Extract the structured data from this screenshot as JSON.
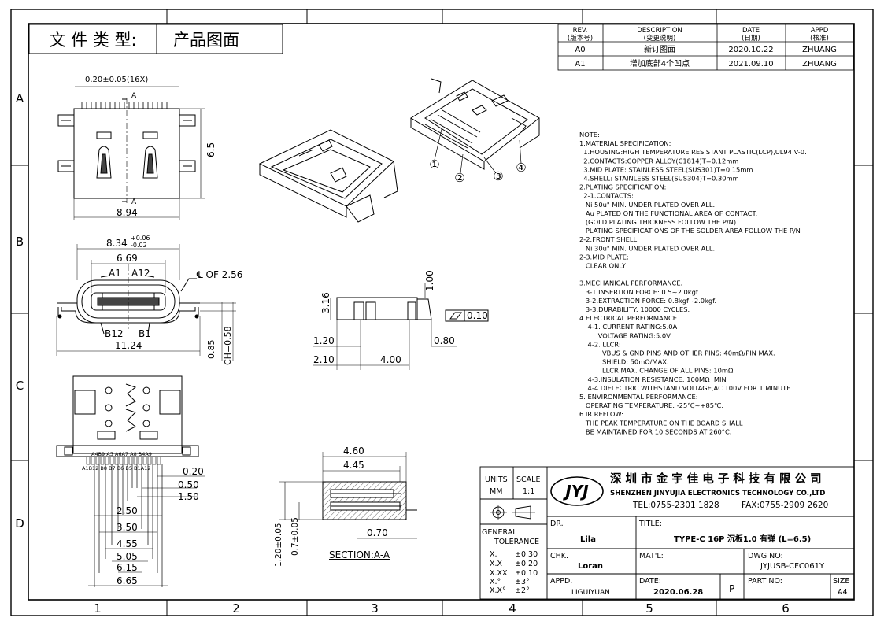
{
  "frame": {
    "col_labels": [
      "1",
      "2",
      "3",
      "4",
      "5",
      "6"
    ],
    "row_labels": [
      "A",
      "B",
      "C",
      "D"
    ]
  },
  "doc_type": {
    "label": "文 件 类 型:",
    "value": "产品图面"
  },
  "revision_table": {
    "headers": [
      {
        "en": "REV.",
        "cn": "(版本号)"
      },
      {
        "en": "DESCRIPTION",
        "cn": "(变更说明)"
      },
      {
        "en": "DATE",
        "cn": "(日期)"
      },
      {
        "en": "APPD",
        "cn": "(核准)"
      }
    ],
    "rows": [
      {
        "rev": "A0",
        "desc": "新订图面",
        "date": "2020.10.22",
        "appd": "ZHUANG"
      },
      {
        "rev": "A1",
        "desc": "增加底部4个凹点",
        "date": "2021.09.10",
        "appd": "ZHUANG"
      }
    ]
  },
  "top_view": {
    "pitch": "0.20±0.05(16X)",
    "section_a": "A",
    "height": "6.5",
    "width": "8.94"
  },
  "iso_callouts": [
    "①",
    "②",
    "③",
    "④"
  ],
  "front_view": {
    "inner_width": "8.34",
    "tol_upper": "+0.06",
    "tol_lower": "-0.02",
    "opening_width": "6.69",
    "pin_a1": "A1",
    "pin_a12": "A12",
    "centerline": "℄ OF 2.56",
    "pin_b12": "B12",
    "pin_b1": "B1",
    "overall_width": "11.24",
    "height_085": "0.85",
    "ch": "CH=0.58"
  },
  "side_view": {
    "h_316": "3.16",
    "h_100": "1.00",
    "flatness": "0.10",
    "d_120": "1.20",
    "d_080": "0.80",
    "d_210": "2.10",
    "d_400": "4.00"
  },
  "bottom_view": {
    "pin_row_top": "A4B9 A5 A6A7 A8 B4A9",
    "pin_row_bottom": "A1B12 B8 B7 B6 B5 B1A12",
    "dims": [
      "0.20",
      "0.50",
      "1.50",
      "2.50",
      "3.50",
      "4.55",
      "5.05",
      "6.15",
      "6.65"
    ]
  },
  "section_view": {
    "w_460": "4.60",
    "w_445": "4.45",
    "d_070": "0.70",
    "h_120": "1.20±0.05",
    "h_07": "0.7±0.05",
    "caption": "SECTION:A-A"
  },
  "notes": [
    "NOTE:",
    "1.MATERIAL SPECIFICATION:",
    "  1.HOUSING:HIGH TEMPERATURE RESISTANT PLASTIC(LCP),UL94 V-0.",
    "  2.CONTACTS:COPPER ALLOY(C1814)T=0.12mm",
    "  3.MID PLATE: STAINLESS STEEL(SUS301)T=0.15mm",
    "  4.SHELL: STAINLESS STEEL(SUS304)T=0.30mm",
    "2.PLATING SPECIFICATION:",
    "  2-1.CONTACTS:",
    "   Ni 50u\" MIN. UNDER PLATED OVER ALL.",
    "   Au PLATED ON THE FUNCTIONAL AREA OF CONTACT.",
    "   (GOLD PLATING THICKNESS FOLLOW THE P/N)",
    "   PLATING SPECIFICATIONS OF THE SOLDER AREA FOLLOW THE P/N",
    "2-2.FRONT SHELL:",
    "   Ni 30u\" MIN. UNDER PLATED OVER ALL.",
    "2-3.MID PLATE:",
    "   CLEAR ONLY",
    "",
    "3.MECHANICAL PERFORMANCE.",
    "   3-1.INSERTION FORCE: 0.5~2.0kgf.",
    "   3-2.EXTRACTION FORCE: 0.8kgf~2.0kgf.",
    "   3-3.DURABILITY: 10000 CYCLES.",
    "4.ELECTRICAL PERFORMANCE.",
    "    4-1. CURRENT RATING:5.0A",
    "         VOLTAGE RATING:5.0V",
    "    4-2. LLCR:",
    "           VBUS & GND PINS AND OTHER PINS: 40mΩ/PIN MAX.",
    "           SHIELD: 50mΩ/MAX.",
    "           LLCR MAX. CHANGE OF ALL PINS: 10mΩ.",
    "    4-3.INSULATION RESISTANCE: 100MΩ  MIN",
    "    4-4.DIELECTRIC WITHSTAND VOLTAGE,AC 100V FOR 1 MINUTE.",
    "5. ENVIRONMENTAL PERFORMANCE:",
    "   OPERATING TEMPERATURE: -25℃~+85℃.",
    "6.IR REFLOW:",
    "   THE PEAK TEMPERATURE ON THE BOARD SHALL",
    "   BE MAINTAINED FOR 10 SECONDS AT 260°C."
  ],
  "title_block": {
    "units_label": "UNITS",
    "units_value": "MM",
    "scale_label": "SCALE",
    "scale_value": "1:1",
    "logo": "JYJ",
    "company_cn": "深 圳 市 金 宇 佳 电 子 科 技 有 限 公 司",
    "company_en": "SHENZHEN JINYUJIA ELECTRONICS TECHNOLOGY CO.,LTD",
    "tel": "TEL:0755-2301 1828",
    "fax": "FAX:0755-2909 2620",
    "general_tol_1": "GENERAL",
    "general_tol_2": "TOLERANCE",
    "tolerances": [
      {
        "k": "X.",
        "v": "±0.30"
      },
      {
        "k": "X.X",
        "v": "±0.20"
      },
      {
        "k": "X.XX",
        "v": "±0.10"
      },
      {
        "k": "X.°",
        "v": "±3°"
      },
      {
        "k": "X.X°",
        "v": "±2°"
      }
    ],
    "dr_label": "DR.",
    "dr_value": "Lila",
    "chk_label": "CHK.",
    "chk_value": "Loran",
    "appd_label": "APPD.",
    "appd_value": "LIGUIYUAN",
    "title_label": "TITLE:",
    "title_value": "TYPE-C 16P 沉板1.0 有弹 (L=6.5)",
    "matl_label": "MAT'L:",
    "dwg_label": "DWG NO:",
    "dwg_value": "JYJUSB-CFC061Y",
    "date_label": "DATE:",
    "date_value": "2020.06.28",
    "p_mark": "P",
    "part_label": "PART NO:",
    "size_label": "SIZE",
    "size_value": "A4"
  }
}
